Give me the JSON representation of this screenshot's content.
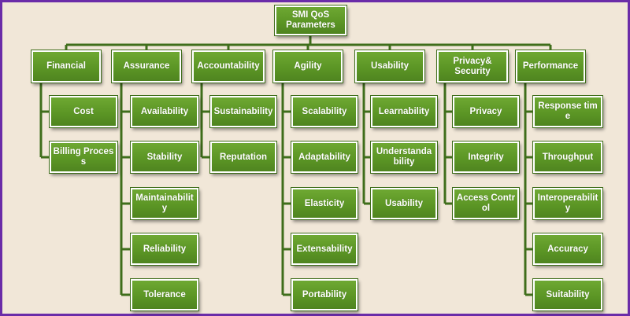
{
  "root": "SMI QoS Parameters",
  "categories": [
    {
      "label": "Financial",
      "children": [
        "Cost",
        "Billing Process"
      ]
    },
    {
      "label": "Assurance",
      "children": [
        "Availability",
        "Stability",
        "Maintainability",
        "Reliability",
        "Tolerance"
      ]
    },
    {
      "label": "Accountability",
      "children": [
        "Sustainability",
        "Reputation"
      ]
    },
    {
      "label": "Agility",
      "children": [
        "Scalability",
        "Adaptability",
        "Elasticity",
        "Extensability",
        "Portability"
      ]
    },
    {
      "label": "Usability",
      "children": [
        "Learnability",
        "Understandability",
        "Usability"
      ]
    },
    {
      "label": "Privacy& Security",
      "children": [
        "Privacy",
        "Integrity",
        "Access Control"
      ]
    },
    {
      "label": "Performance",
      "children": [
        "Response time",
        "Throughput",
        "Interoperability",
        "Accuracy",
        "Suitability"
      ]
    }
  ],
  "colors": {
    "frame_bg": "#f1e7d8",
    "frame_border": "#6a2ca8",
    "box_fill": "#5a9424",
    "connector": "#3f6e1b"
  }
}
